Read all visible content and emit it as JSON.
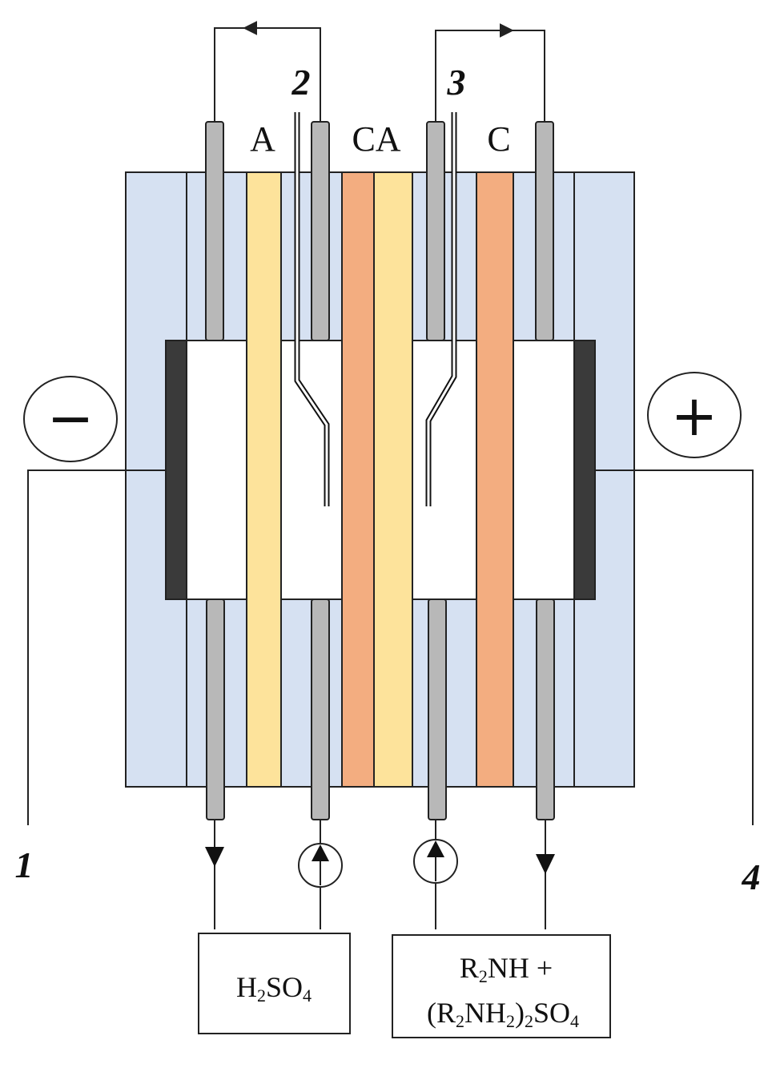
{
  "colors": {
    "housing": "#d6e1f2",
    "anion_membrane": "#fde39b",
    "cation_membrane": "#f3ad80",
    "electrode": "#3a3a3a",
    "tube": "#b8b8b8",
    "line": "#222222"
  },
  "membranes": {
    "label_A": "A",
    "label_CA": "CA",
    "label_C": "C"
  },
  "callouts": {
    "n1": "1",
    "n2": "2",
    "n3": "3",
    "n4": "4"
  },
  "electrodes": {
    "cathode_sign": "−",
    "anode_sign": "+"
  },
  "tanks": {
    "left": {
      "H": "H",
      "sub2": "2",
      "SO": "SO",
      "sub4": "4"
    },
    "right": {
      "line1_R": "R",
      "line1_sub2": "2",
      "line1_rest": "NH +",
      "line2_open": "(R",
      "line2_sub2": "2",
      "line2_NH": "NH",
      "line2_sub2b": "2",
      "line2_close": ")",
      "line2_sub2c": "2",
      "line2_SO": "SO",
      "line2_sub4": "4"
    }
  }
}
